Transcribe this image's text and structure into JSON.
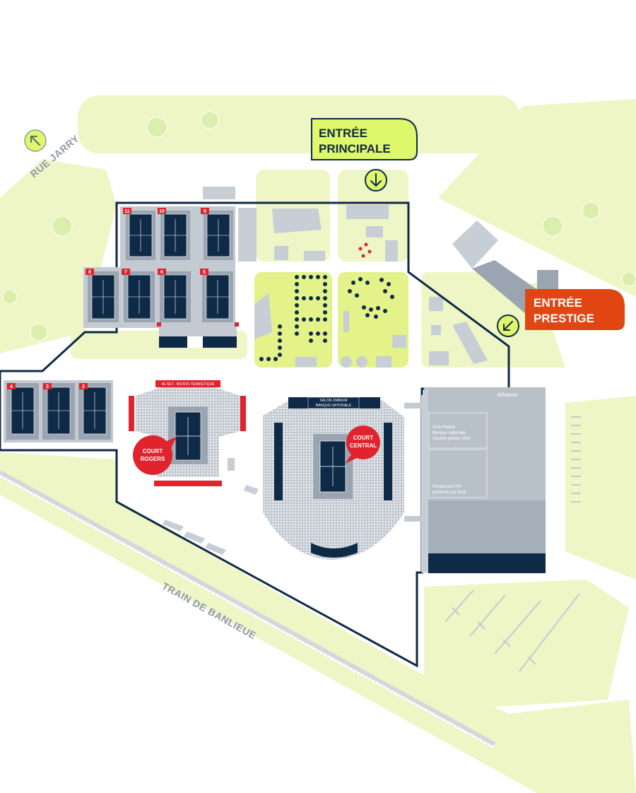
{
  "labels": {
    "rue_jarry": "RUE JARRY",
    "train": "TRAIN DE BANLIEUE",
    "entree_principale_1": "ENTRÉE",
    "entree_principale_2": "PRINCIPALE",
    "entree_prestige_1": "ENTRÉE",
    "entree_prestige_2": "PRESTIGE",
    "billetterie": "Billetterie",
    "club_platine_1": "Club Platine",
    "club_platine_2": "Banque nationale",
    "club_platine_3": "Gestion privée 1859",
    "restaurant_1": "Restaurant VIP",
    "restaurant_2": "présenté par Audi",
    "bistro": "4E SET · BISTRO TENNISTIQUE",
    "salon_1": "SALON OMNIUM",
    "salon_2": "BANQUE NATIONALE",
    "court_rogers_1": "COURT",
    "court_rogers_2": "ROGERS",
    "court_central_1": "COURT",
    "court_central_2": "CENTRAL"
  },
  "courts": {
    "c11": "11",
    "c10": "10",
    "c9": "9",
    "c8": "8",
    "c7": "7",
    "c6": "6",
    "c5": "5",
    "c4": "4",
    "c3": "3",
    "c2": "2"
  },
  "colors": {
    "green": "#eef6c6",
    "lime": "#dff76a",
    "navy": "#0e2a47",
    "red": "#e0232d",
    "orange": "#e04512",
    "grey": "#b8c0c8",
    "court_grey": "#9aa5b1"
  },
  "icons": {
    "arrow_up_left": "arrow-up-left-icon",
    "arrow_down": "arrow-down-icon",
    "arrow_down_left": "arrow-down-left-icon"
  }
}
